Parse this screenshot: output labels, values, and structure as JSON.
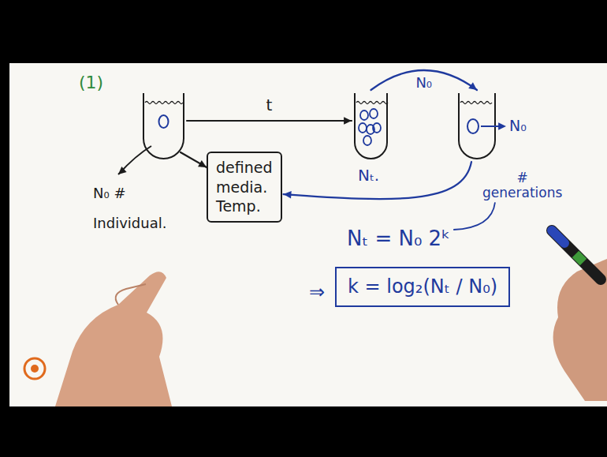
{
  "diagram": {
    "nodes": [
      {
        "text": [
          "N₀ # Individual."
        ]
      },
      {
        "text": [
          "defined media. Temp."
        ]
      },
      {
        "text": [
          "Nₜ."
        ]
      },
      {
        "text": [
          "N₀"
        ]
      },
      {
        "text": [
          "k = log₂(Nₜ / N₀)"
        ]
      }
    ],
    "edges": [
      {
        "from": 0,
        "to": 1,
        "arrow": "to"
      },
      {
        "from": 0,
        "to": 2,
        "label": "t",
        "arrow": "to"
      },
      {
        "from": 2,
        "to": 3,
        "label": "N₀",
        "arrow": "to"
      },
      {
        "from": 3,
        "to": 1,
        "arrow": "to"
      }
    ],
    "labels": [
      "(1)",
      "# generations",
      "Nₜ = N₀ 2ᵏ",
      "⇒"
    ]
  }
}
